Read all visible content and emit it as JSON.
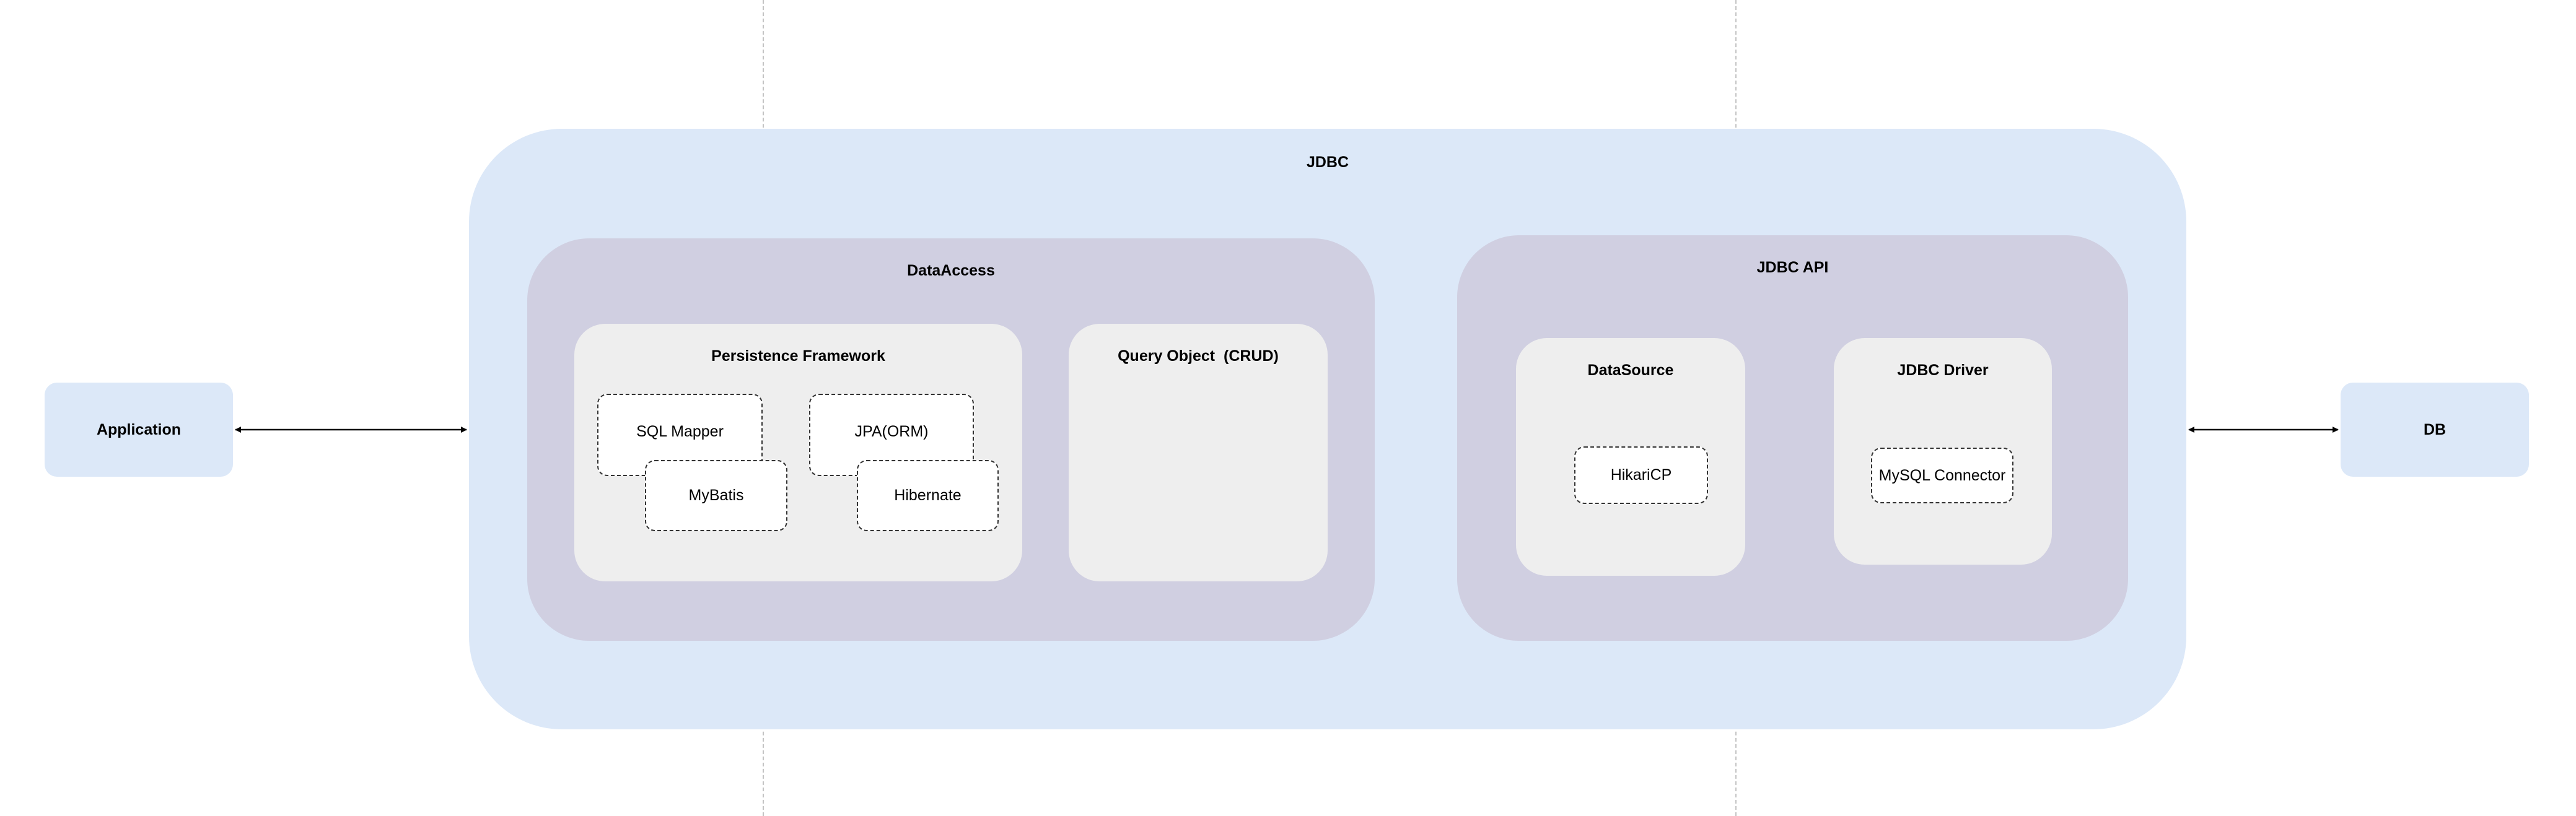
{
  "nodes": {
    "application": "Application",
    "jdbc": "JDBC",
    "data_access": "DataAccess",
    "persistence_framework": "Persistence Framework",
    "sql_mapper": "SQL Mapper",
    "mybatis": "MyBatis",
    "jpa_orm": "JPA(ORM)",
    "hibernate": "Hibernate",
    "query_object": "Query Object  (CRUD)",
    "jdbc_api": "JDBC API",
    "datasource": "DataSource",
    "hikaricp": "HikariCP",
    "jdbc_driver": "JDBC Driver",
    "mysql_connector": "MySQL Connector",
    "db": "DB"
  },
  "colors": {
    "outer_fill": "#dce8f8",
    "layer_fill": "#d0cfe1",
    "group_fill": "#eeeeee",
    "endpoint_fill": "#dce8f8",
    "item_fill": "#ffffff"
  }
}
